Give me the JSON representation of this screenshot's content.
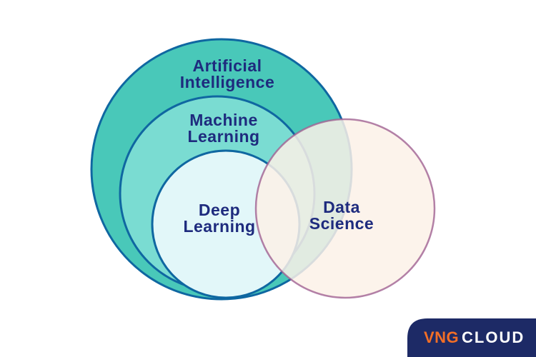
{
  "diagram": {
    "sets": [
      {
        "name": "Artificial Intelligence",
        "line1": "Artificial",
        "line2": "Intelligence",
        "fill": "#49C8B9",
        "stroke": "#0F67A1"
      },
      {
        "name": "Machine Learning",
        "line1": "Machine",
        "line2": "Learning",
        "fill": "#7ADCD2",
        "stroke": "#0F67A1"
      },
      {
        "name": "Deep Learning",
        "line1": "Deep",
        "line2": "Learning",
        "fill": "#E2F7F9",
        "stroke": "#0F67A1"
      },
      {
        "name": "Data Science",
        "line1": "Data",
        "line2": "Science",
        "fill": "#FBF1E7",
        "stroke": "#A06292"
      }
    ],
    "label_color": "#1E2B7E"
  },
  "logo": {
    "brand": "VNG",
    "product": "CLOUD",
    "background": "#1D2A66",
    "brand_color": "#F26E26",
    "product_color": "#FFFFFF"
  }
}
